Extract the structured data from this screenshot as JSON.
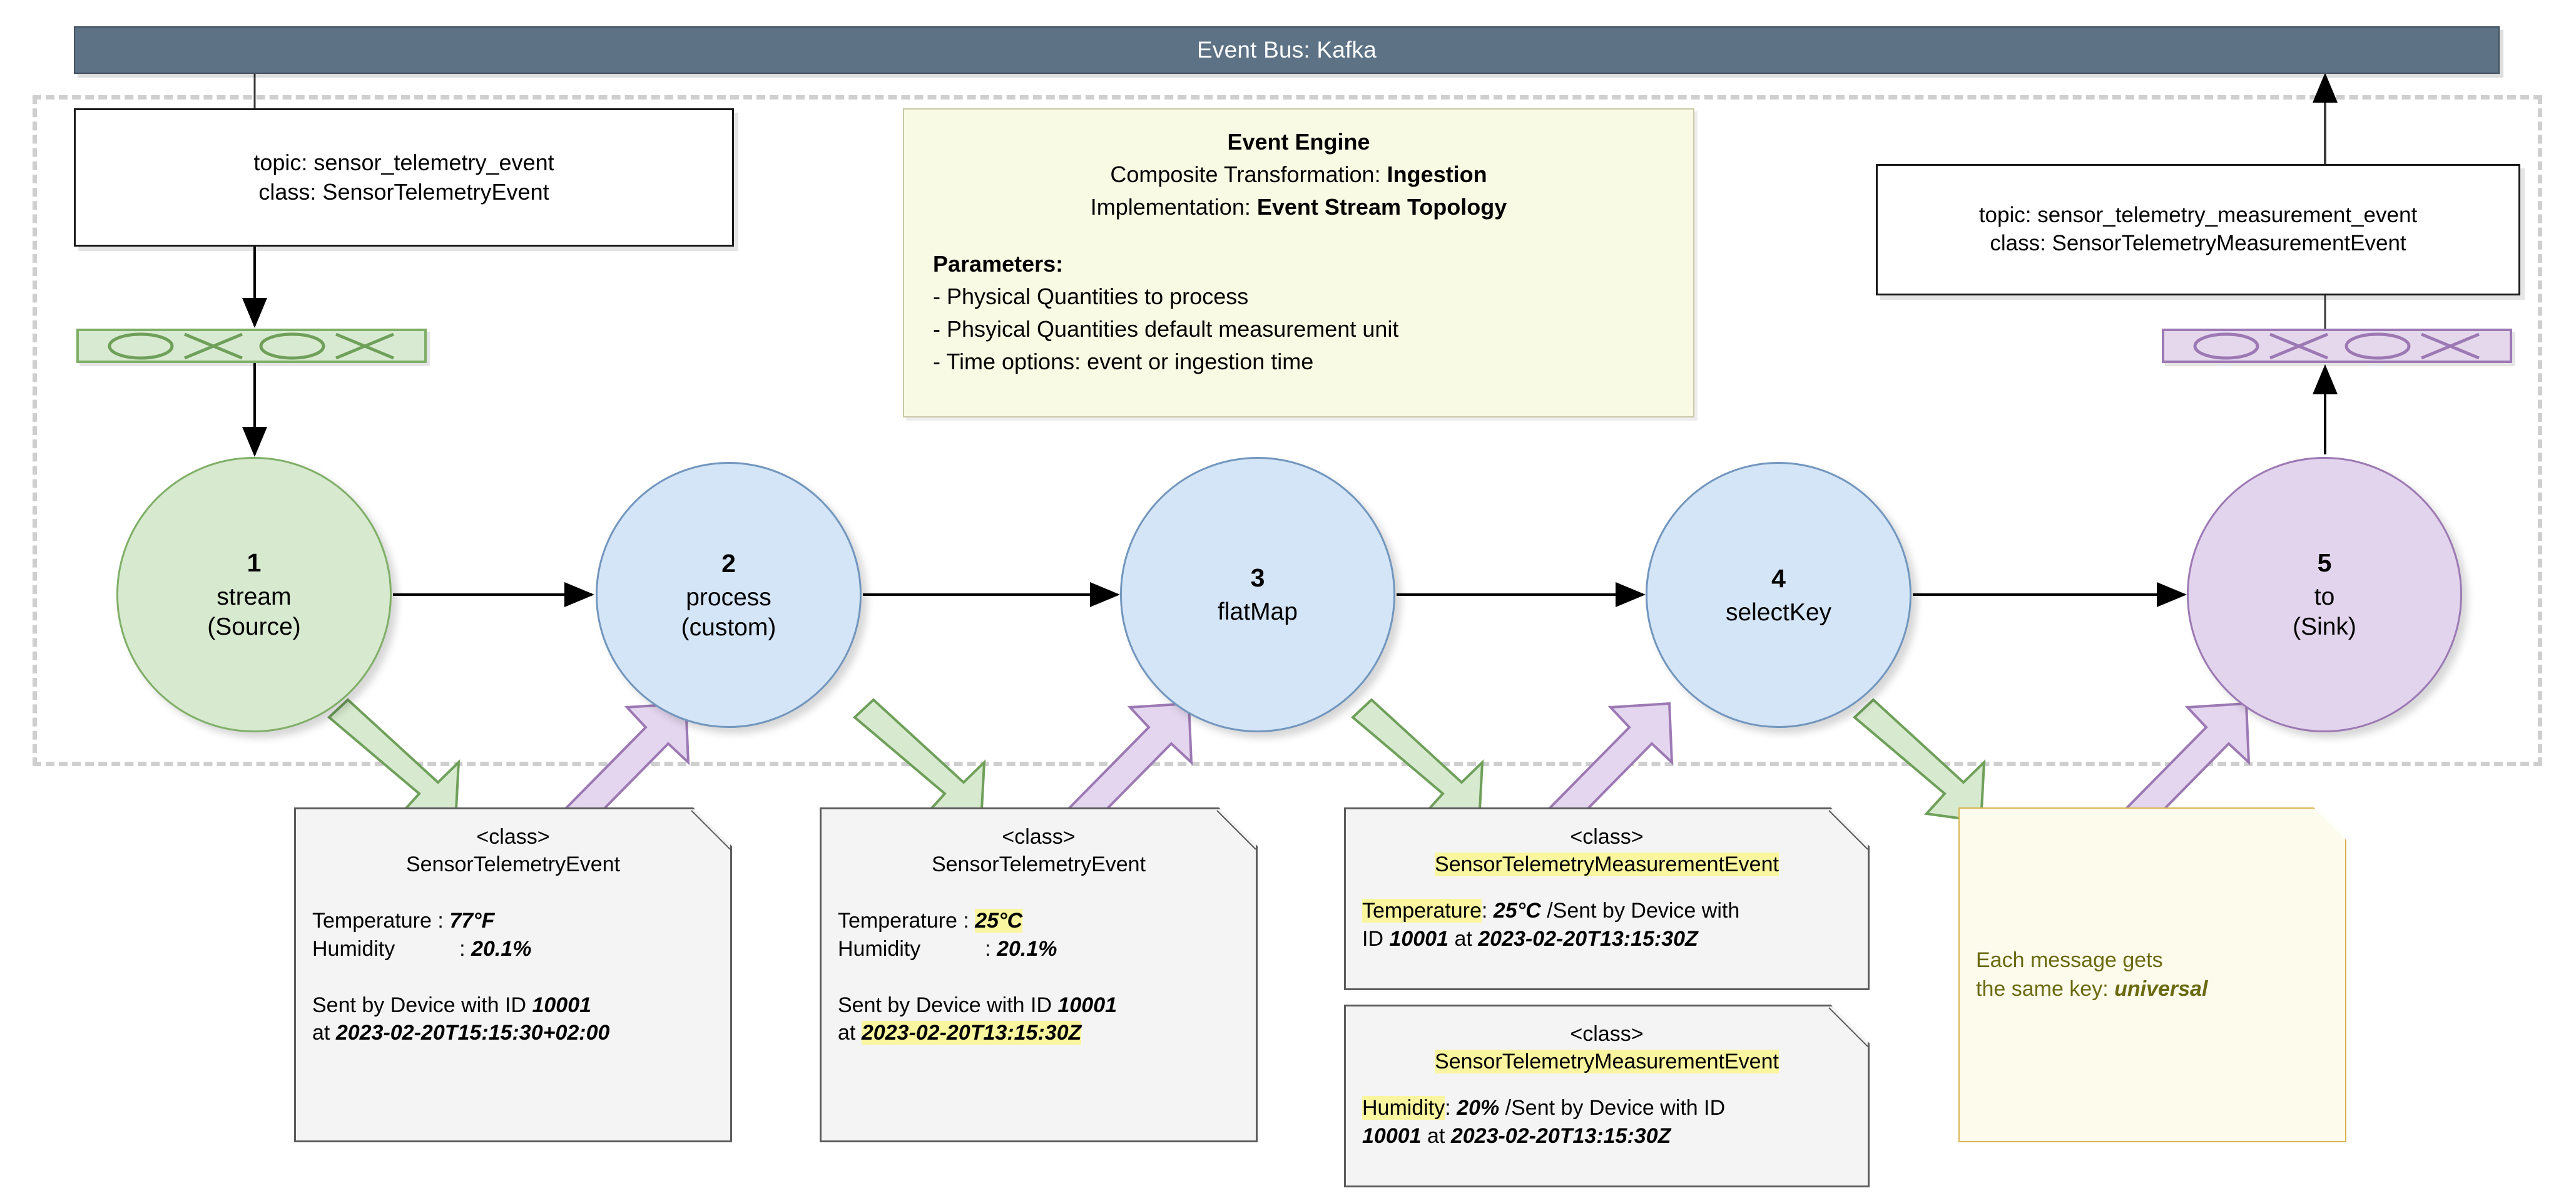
{
  "event_bus": {
    "label": "Event Bus: Kafka"
  },
  "topics": {
    "left": {
      "topic": "topic: sensor_telemetry_event",
      "class": "class: SensorTelemetryEvent"
    },
    "right": {
      "topic": "topic: sensor_telemetry_measurement_event",
      "class": "class: SensorTelemetryMeasurementEvent"
    }
  },
  "engine": {
    "title": "Event Engine",
    "composite_label": "Composite Transformation:",
    "composite_value": "Ingestion",
    "implementation_label": "Implementation:",
    "implementation_value": "Event Stream Topology",
    "parameters_heading": "Parameters:",
    "parameters": [
      "- Physical Quantities to process",
      "- Phsyical Quantities default measurement unit",
      "- Time options: event or ingestion time"
    ]
  },
  "partitions": {
    "left_label": "partition-stream-green",
    "right_label": "partition-stream-purple"
  },
  "nodes": [
    {
      "num": "1",
      "line1": "stream",
      "line2": "(Source)"
    },
    {
      "num": "2",
      "line1": "process",
      "line2": "(custom)"
    },
    {
      "num": "3",
      "line1": "flatMap",
      "line2": ""
    },
    {
      "num": "4",
      "line1": "selectKey",
      "line2": ""
    },
    {
      "num": "5",
      "line1": "to",
      "line2": "(Sink)"
    }
  ],
  "cards": {
    "card1": {
      "stereotype": "<class>",
      "class_name": "SensorTelemetryEvent",
      "temperature_label": "Temperature :",
      "temperature_value": "77°F",
      "humidity_label": "Humidity",
      "humidity_sep": ":",
      "humidity_value": "20.1%",
      "sent_prefix": "Sent by Device with ID",
      "device_id": "10001",
      "at_label": "at",
      "timestamp": "2023-02-20T15:15:30+02:00"
    },
    "card2": {
      "stereotype": "<class>",
      "class_name": "SensorTelemetryEvent",
      "temperature_label": "Temperature :",
      "temperature_value": "25°C",
      "humidity_label": "Humidity",
      "humidity_sep": ":",
      "humidity_value": "20.1%",
      "sent_prefix": "Sent by Device with ID",
      "device_id": "10001",
      "at_label": "at",
      "timestamp": "2023-02-20T13:15:30Z"
    },
    "card3": {
      "stereotype": "<class>",
      "class_name": "SensorTelemetryMeasurementEvent",
      "quantity_label": "Temperature",
      "sep": ":",
      "quantity_value": "25°C",
      "slash": "/",
      "sent_prefix": "Sent by Device with",
      "id_word": "ID",
      "device_id": "10001",
      "at_label": "at",
      "timestamp": "2023-02-20T13:15:30Z"
    },
    "card4": {
      "stereotype": "<class>",
      "class_name": "SensorTelemetryMeasurementEvent",
      "quantity_label": "Humidity",
      "sep": ":",
      "quantity_value": "20%",
      "slash": "/",
      "sent_prefix": "Sent by Device with ID",
      "device_id": "10001",
      "at_label": "at",
      "timestamp": "2023-02-20T13:15:30Z"
    },
    "key_note": {
      "line1": "Each message gets",
      "line2_prefix": "the same key:",
      "key_value": "universal"
    }
  },
  "colors": {
    "bus": "#5D7285",
    "green": "#7FAF67",
    "green_fill": "#D7E9CF",
    "blue": "#7296BE",
    "blue_fill": "#D4E5F7",
    "purple": "#9C79B4",
    "purple_fill": "#E2D4EC",
    "highlight": "#FAF6A0",
    "note_yellow": "#FDFBEB",
    "note_border": "#D8B652",
    "boundary_dash": "#CFCFCF"
  }
}
